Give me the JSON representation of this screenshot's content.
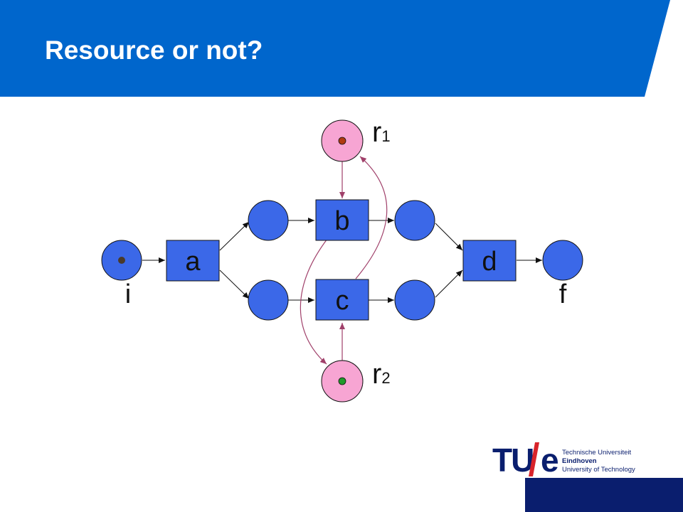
{
  "slide": {
    "title": "Resource or not?"
  },
  "colors": {
    "header_blue": "#0066cc",
    "place_blue": "#3b68e8",
    "transition_blue": "#3b68e8",
    "resource_pink": "#f7a5d3",
    "token_dark": "#4a3a2a",
    "token_red": "#b03a10",
    "token_green": "#1f9a2a",
    "resource_arc": "#a0406a",
    "logo_navy": "#0a1e6e",
    "logo_red": "#d8232a"
  },
  "diagram": {
    "transitions": {
      "a": "a",
      "b": "b",
      "c": "c",
      "d": "d"
    },
    "places": {
      "i": "i",
      "f": "f",
      "r1_base": "r",
      "r1_sub": "1",
      "r2_base": "r",
      "r2_sub": "2"
    }
  },
  "logo": {
    "tu": "TU",
    "e": "e",
    "line1": "Technische Universiteit",
    "line2": "Eindhoven",
    "line3": "University of Technology"
  }
}
